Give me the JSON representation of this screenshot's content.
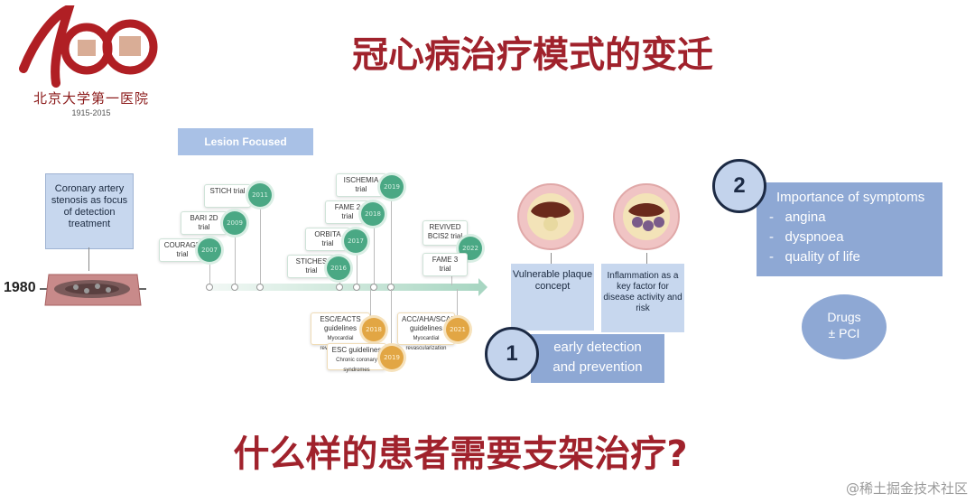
{
  "header": {
    "title": "冠心病治疗模式的变迁",
    "logo": {
      "university": "北京大学第一医院",
      "years": "1915-2015"
    }
  },
  "timeline": {
    "start_year": "1980",
    "focus_box": "Coronary artery stenosis as focus of detection treatment",
    "lesion_label": "Lesion Focused",
    "trials": [
      {
        "name": "STICH trial",
        "year": "2011"
      },
      {
        "name": "BARI 2D trial",
        "year": "2009"
      },
      {
        "name": "COURAGE trial",
        "year": "2007"
      },
      {
        "name": "ISCHEMIA trial",
        "year": "2019"
      },
      {
        "name": "FAME 2 trial",
        "year": "2018"
      },
      {
        "name": "ORBITA trial",
        "year": "2017"
      },
      {
        "name": "STICHES trial",
        "year": "2016"
      },
      {
        "name": "REVIVED BCIS2 trial",
        "year": "2022"
      },
      {
        "name": "FAME 3 trial",
        "year": ""
      }
    ],
    "guidelines": [
      {
        "name": "ESC/EACTS guidelines",
        "sub": "Myocardial revascularization",
        "year": "2018"
      },
      {
        "name": "ESC guidelines",
        "sub": "Chronic coronary syndromes",
        "year": "2019"
      },
      {
        "name": "ACC/AHA/SCAI guidelines",
        "sub": "Myocardial revascularization",
        "year": "2021"
      }
    ]
  },
  "right_panel": {
    "vulnerable_box": "Vulnerable plaque concept",
    "inflammation_box": "Inflammation as a key factor for disease activity and risk",
    "marker1": "1",
    "early_line1": "early detection",
    "early_line2": "and prevention",
    "marker2": "2",
    "symptoms_title": "Importance of symptoms",
    "symptoms": [
      "angina",
      "dyspnoea",
      "quality of life"
    ],
    "drugs_line1": "Drugs",
    "drugs_line2": "± PCI"
  },
  "footer": {
    "question": "什么样的患者需要支架治疗?",
    "watermark": "@稀土掘金技术社区"
  },
  "colors": {
    "title_red": "#a0222c",
    "box_blue": "#9fb8df",
    "trial_green": "#4aa884",
    "guideline_orange": "#e2a644"
  }
}
